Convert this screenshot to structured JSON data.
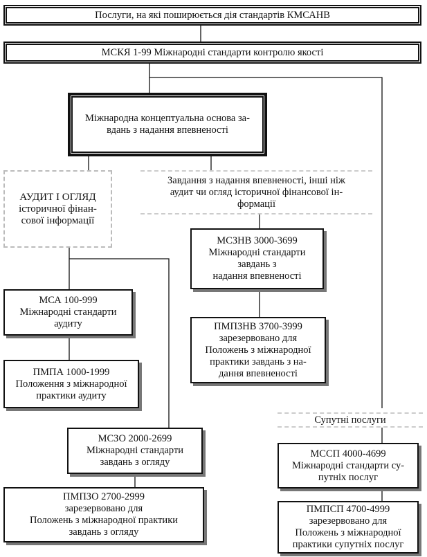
{
  "title": "Послуги, на які поширюється дія стандартів КМСАНВ",
  "mskya": "МСКЯ 1-99 Міжнародні стандарти контролю якості",
  "framework": "Міжнародна концептуальна основа за-\nвдань з надання впевненості",
  "audit_review": "АУДИТ І ОГЛЯД\nісторичної фінан-\nсової інформації",
  "other_assurance": "Завдання з надання впевненості, інші ніж\nаудит чи огляд історичної фінансової ін-\nформації",
  "msa": "МСА 100-999\nМіжнародні стандарти\nаудиту",
  "pmpa": "ПМПА 1000-1999\nПоложення з міжнародної\nпрактики аудиту",
  "mszo": "МСЗО 2000-2699\nМіжнародні стандарти\nзавдань з огляду",
  "pmpzo": "ПМПЗО 2700-2999\nзарезервовано для\nПоложень з міжнародної практики\nзавдань з огляду",
  "msznv": "МСЗНВ 3000-3699\nМіжнародні стандарти\nзавдань з\nнадання впевненості",
  "pmpznv": "ПМПЗНВ 3700-3999\nзарезервовано для\nПоложень з міжнародної\nпрактики завдань з на-\nдання впевненості",
  "related": "Супутні послуги",
  "mssp": "МССП 4000-4699\nМіжнародні стандарти су-\nпутніх послуг",
  "pmpsp": "ПМПСП 4700-4999\nзарезервовано для\nПоложень з міжнародної\nпрактики супутніх послуг"
}
